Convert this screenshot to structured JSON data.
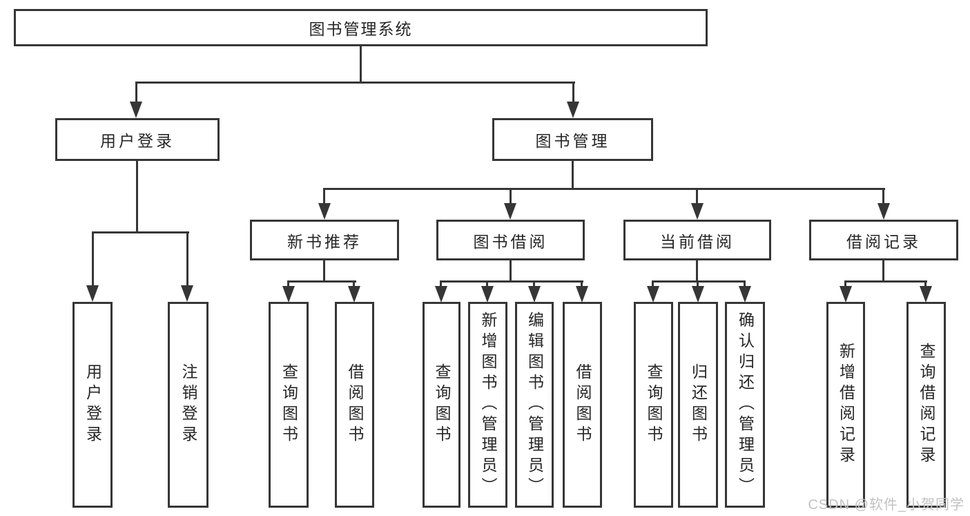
{
  "diagram": {
    "root": {
      "label": "图书管理系统"
    },
    "branches": [
      {
        "label": "用户登录",
        "leaves": [
          "用户登录",
          "注销登录"
        ]
      },
      {
        "label": "图书管理",
        "sections": [
          {
            "label": "新书推荐",
            "leaves": [
              "查询图书",
              "借阅图书"
            ]
          },
          {
            "label": "图书借阅",
            "leaves": [
              "查询图书",
              "新增图书（管理员）",
              "编辑图书（管理员）",
              "借阅图书"
            ]
          },
          {
            "label": "当前借阅",
            "leaves": [
              "查询图书",
              "归还图书",
              "确认归还（管理员）"
            ]
          },
          {
            "label": "借阅记录",
            "leaves": [
              "新增借阅记录",
              "查询借阅记录"
            ]
          }
        ]
      }
    ]
  },
  "watermark": {
    "text": "CSDN @软件_小贺同学",
    "color": "#c2c2c2"
  },
  "colors": {
    "line": "#363636",
    "text": "#262626",
    "background": "#ffffff"
  }
}
